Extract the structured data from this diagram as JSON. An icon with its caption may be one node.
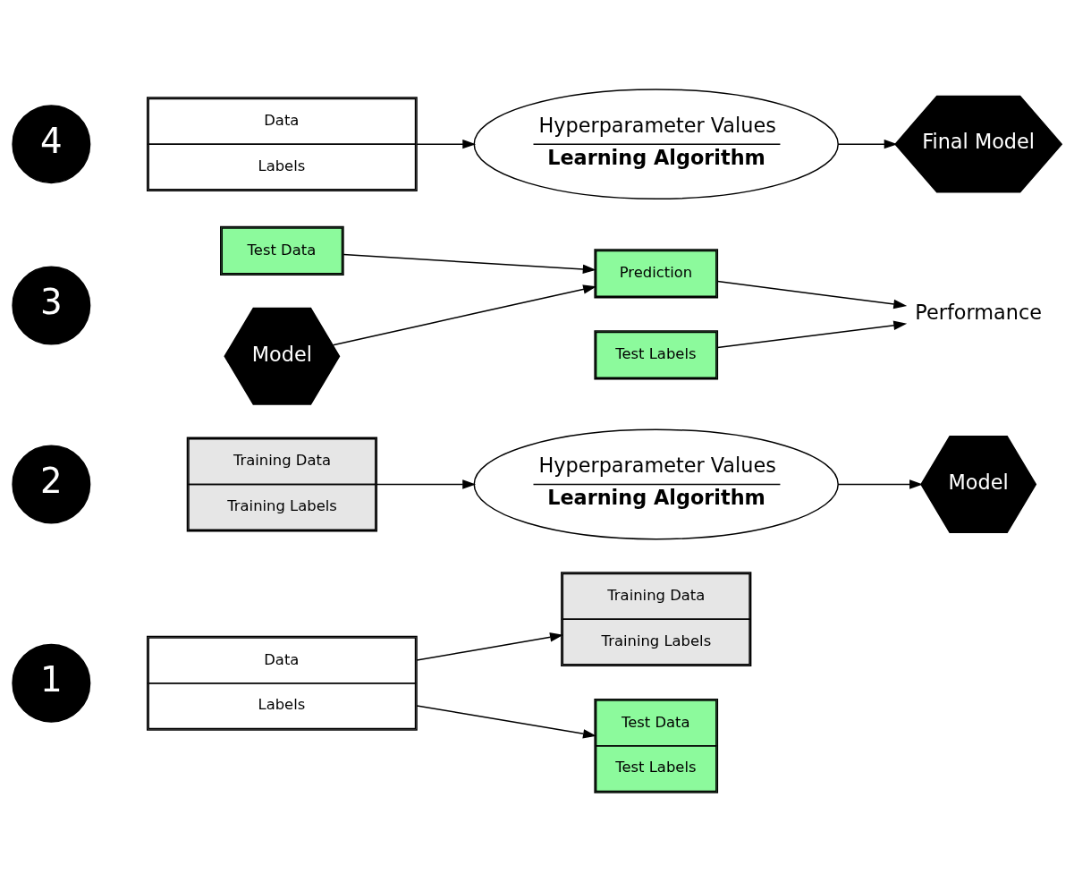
{
  "diagram": {
    "nodes": [
      {
        "text": [
          "1"
        ]
      },
      {
        "text": [
          "Data",
          "Labels"
        ]
      },
      {
        "text": [
          "Training Data",
          "Training Labels"
        ]
      },
      {
        "text": [
          "Test Data",
          "Test Labels"
        ]
      },
      {
        "text": [
          "2"
        ]
      },
      {
        "text": [
          "Training Data",
          "Training Labels"
        ]
      },
      {
        "text": [
          "Hyperparameter Values",
          "Learning Algorithm"
        ]
      },
      {
        "text": [
          "Model"
        ]
      },
      {
        "text": [
          "3"
        ]
      },
      {
        "text": [
          "Test Data"
        ]
      },
      {
        "text": [
          "Model"
        ]
      },
      {
        "text": [
          "Prediction"
        ]
      },
      {
        "text": [
          "Test Labels"
        ]
      },
      {
        "text": [
          "Performance"
        ]
      },
      {
        "text": [
          "4"
        ]
      },
      {
        "text": [
          "Data",
          "Labels"
        ]
      },
      {
        "text": [
          "Hyperparameter Values",
          "Learning Algorithm"
        ]
      },
      {
        "text": [
          "Final Model"
        ]
      }
    ],
    "edges": [
      {
        "from": 1,
        "to": 2,
        "arrow": "to"
      },
      {
        "from": 1,
        "to": 3,
        "arrow": "to"
      },
      {
        "from": 5,
        "to": 6,
        "arrow": "to"
      },
      {
        "from": 6,
        "to": 7,
        "arrow": "to"
      },
      {
        "from": 9,
        "to": 11,
        "arrow": "to"
      },
      {
        "from": 10,
        "to": 11,
        "arrow": "to"
      },
      {
        "from": 11,
        "to": 13,
        "arrow": "to"
      },
      {
        "from": 12,
        "to": 13,
        "arrow": "to"
      },
      {
        "from": 15,
        "to": 16,
        "arrow": "to"
      },
      {
        "from": 16,
        "to": 17,
        "arrow": "to"
      }
    ]
  }
}
